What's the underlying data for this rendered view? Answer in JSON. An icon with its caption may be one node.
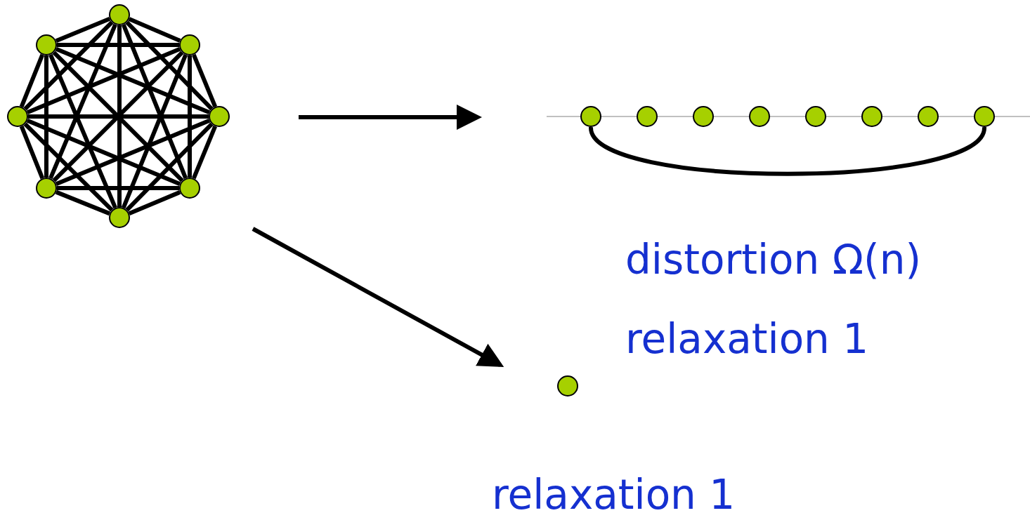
{
  "diagram": {
    "nodes": [
      {
        "text": [],
        "shape": "picture"
      },
      {
        "text": [],
        "shape": "circle",
        "in": 0
      },
      {
        "text": [],
        "shape": "circle",
        "in": 0
      },
      {
        "text": [],
        "shape": "circle",
        "in": 0
      },
      {
        "text": [],
        "shape": "circle",
        "in": 0
      },
      {
        "text": [],
        "shape": "circle",
        "in": 0
      },
      {
        "text": [],
        "shape": "circle",
        "in": 0
      },
      {
        "text": [],
        "shape": "circle",
        "in": 0
      },
      {
        "text": [],
        "shape": "circle",
        "in": 0
      },
      {
        "text": [],
        "shape": "picture",
        "beside": [
          "distortion Ω(n)",
          "relaxation 1"
        ]
      },
      {
        "text": [],
        "shape": "circle",
        "in": 9
      },
      {
        "text": [],
        "shape": "circle",
        "in": 9
      },
      {
        "text": [],
        "shape": "circle",
        "in": 9
      },
      {
        "text": [],
        "shape": "circle",
        "in": 9
      },
      {
        "text": [],
        "shape": "circle",
        "in": 9
      },
      {
        "text": [],
        "shape": "circle",
        "in": 9
      },
      {
        "text": [],
        "shape": "circle",
        "in": 9
      },
      {
        "text": [],
        "shape": "circle",
        "in": 9
      },
      {
        "text": [],
        "shape": "circle",
        "beside": [
          "relaxation 1"
        ]
      }
    ],
    "edges": [
      {
        "from": 1,
        "to": 2,
        "arrow": "none"
      },
      {
        "from": 1,
        "to": 3,
        "arrow": "none"
      },
      {
        "from": 1,
        "to": 4,
        "arrow": "none"
      },
      {
        "from": 1,
        "to": 5,
        "arrow": "none"
      },
      {
        "from": 1,
        "to": 6,
        "arrow": "none"
      },
      {
        "from": 1,
        "to": 7,
        "arrow": "none"
      },
      {
        "from": 1,
        "to": 8,
        "arrow": "none"
      },
      {
        "from": 2,
        "to": 3,
        "arrow": "none"
      },
      {
        "from": 2,
        "to": 4,
        "arrow": "none"
      },
      {
        "from": 2,
        "to": 5,
        "arrow": "none"
      },
      {
        "from": 2,
        "to": 6,
        "arrow": "none"
      },
      {
        "from": 2,
        "to": 7,
        "arrow": "none"
      },
      {
        "from": 2,
        "to": 8,
        "arrow": "none"
      },
      {
        "from": 3,
        "to": 4,
        "arrow": "none"
      },
      {
        "from": 3,
        "to": 5,
        "arrow": "none"
      },
      {
        "from": 3,
        "to": 6,
        "arrow": "none"
      },
      {
        "from": 3,
        "to": 7,
        "arrow": "none"
      },
      {
        "from": 3,
        "to": 8,
        "arrow": "none"
      },
      {
        "from": 4,
        "to": 5,
        "arrow": "none"
      },
      {
        "from": 4,
        "to": 6,
        "arrow": "none"
      },
      {
        "from": 4,
        "to": 7,
        "arrow": "none"
      },
      {
        "from": 4,
        "to": 8,
        "arrow": "none"
      },
      {
        "from": 5,
        "to": 6,
        "arrow": "none"
      },
      {
        "from": 5,
        "to": 7,
        "arrow": "none"
      },
      {
        "from": 5,
        "to": 8,
        "arrow": "none"
      },
      {
        "from": 6,
        "to": 7,
        "arrow": "none"
      },
      {
        "from": 6,
        "to": 8,
        "arrow": "none"
      },
      {
        "from": 7,
        "to": 8,
        "arrow": "none"
      },
      {
        "from": 10,
        "to": 17,
        "arrow": "none"
      },
      {
        "from": 0,
        "to": 9,
        "arrow": "to"
      },
      {
        "from": 0,
        "to": 18,
        "arrow": "to"
      }
    ]
  }
}
